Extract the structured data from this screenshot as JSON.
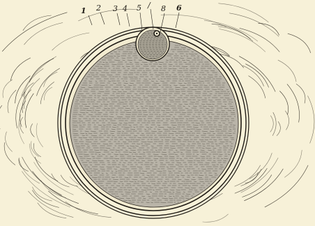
{
  "figure": {
    "description_labels": [
      "1",
      "2",
      "3",
      "4",
      "5",
      "",
      "8",
      "6"
    ],
    "colors": {
      "paper": "#f7f1d8",
      "ink": "#1e1a14",
      "yolk_fill": "#b9b4a8",
      "hatch": "#5b564c"
    }
  }
}
